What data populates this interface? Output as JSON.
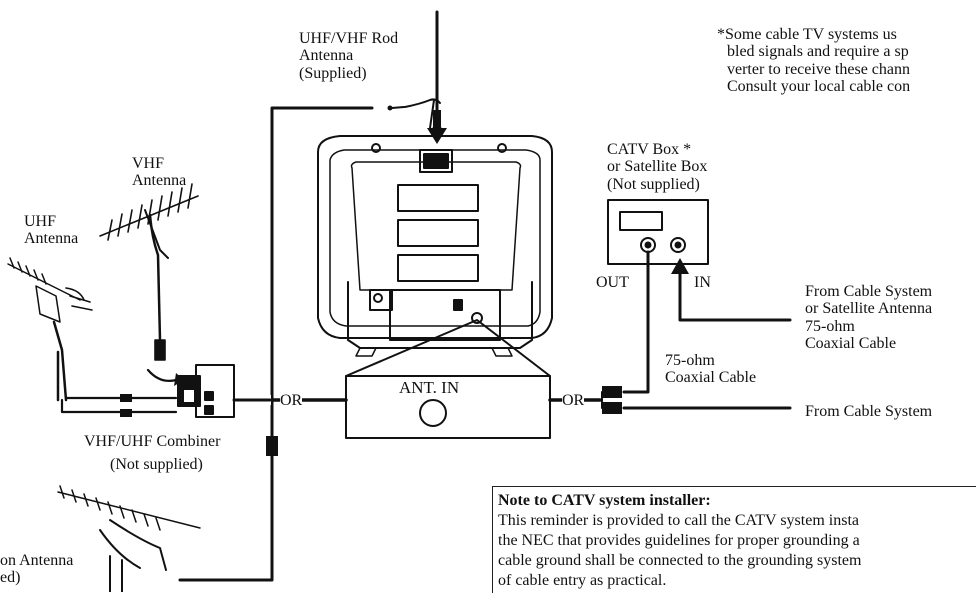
{
  "labels": {
    "rod_antenna": [
      "UHF/VHF Rod",
      "Antenna",
      "(Supplied)"
    ],
    "vhf_antenna": [
      "VHF",
      "Antenna"
    ],
    "uhf_antenna": [
      "UHF",
      "Antenna"
    ],
    "combination_antenna": [
      "on Antenna",
      "ed)"
    ],
    "combiner": [
      "VHF/UHF Combiner",
      "(Not supplied)"
    ],
    "catv_box": [
      "CATV Box *",
      "or Satellite Box",
      "(Not supplied)"
    ],
    "out": "OUT",
    "in": "IN",
    "from_cable_or_satellite": [
      "From Cable System",
      "or Satellite Antenna",
      "75-ohm",
      "Coaxial Cable"
    ],
    "coax_75": [
      "75-ohm",
      "Coaxial Cable"
    ],
    "from_cable_system": "From Cable System",
    "ant_in": "ANT. IN",
    "or_left": "OR",
    "or_right": "OR"
  },
  "footnote": [
    "*Some cable TV systems us",
    "bled signals and require a sp",
    "verter to receive these chann",
    "Consult your local cable con"
  ],
  "note": {
    "heading": "Note to CATV system installer:",
    "lines": [
      "This reminder is provided to call the CATV system insta",
      "the NEC that provides guidelines for proper grounding a",
      "cable ground shall be connected to the grounding system",
      "of cable entry as practical."
    ]
  }
}
